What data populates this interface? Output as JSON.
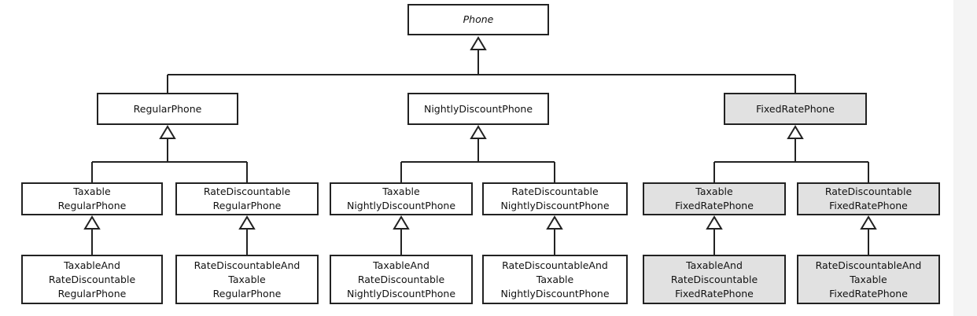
{
  "colors": {
    "line": "#222222",
    "box_fill": "#ffffff",
    "shaded_fill": "#e1e1e1"
  },
  "nodes": {
    "phone": {
      "label": "Phone",
      "italic": true
    },
    "regular": {
      "label": "RegularPhone"
    },
    "nightly": {
      "label": "NightlyDiscountPhone"
    },
    "fixed": {
      "label": "FixedRatePhone",
      "shaded": true
    },
    "taxable_regular": {
      "label": "Taxable\nRegularPhone"
    },
    "ratedisc_regular": {
      "label": "RateDiscountable\nRegularPhone"
    },
    "taxable_nightly": {
      "label": "Taxable\nNightlyDiscountPhone"
    },
    "ratedisc_nightly": {
      "label": "RateDiscountable\nNightlyDiscountPhone"
    },
    "taxable_fixed": {
      "label": "Taxable\nFixedRatePhone",
      "shaded": true
    },
    "ratedisc_fixed": {
      "label": "RateDiscountable\nFixedRatePhone",
      "shaded": true
    },
    "tax_and_rate_regular": {
      "label": "TaxableAnd\nRateDiscountable\nRegularPhone"
    },
    "rate_and_tax_regular": {
      "label": "RateDiscountableAnd\nTaxable\nRegularPhone"
    },
    "tax_and_rate_nightly": {
      "label": "TaxableAnd\nRateDiscountable\nNightlyDiscountPhone"
    },
    "rate_and_tax_nightly": {
      "label": "RateDiscountableAnd\nTaxable\nNightlyDiscountPhone"
    },
    "tax_and_rate_fixed": {
      "label": "TaxableAnd\nRateDiscountable\nFixedRatePhone",
      "shaded": true
    },
    "rate_and_tax_fixed": {
      "label": "RateDiscountableAnd\nTaxable\nFixedRatePhone",
      "shaded": true
    }
  }
}
